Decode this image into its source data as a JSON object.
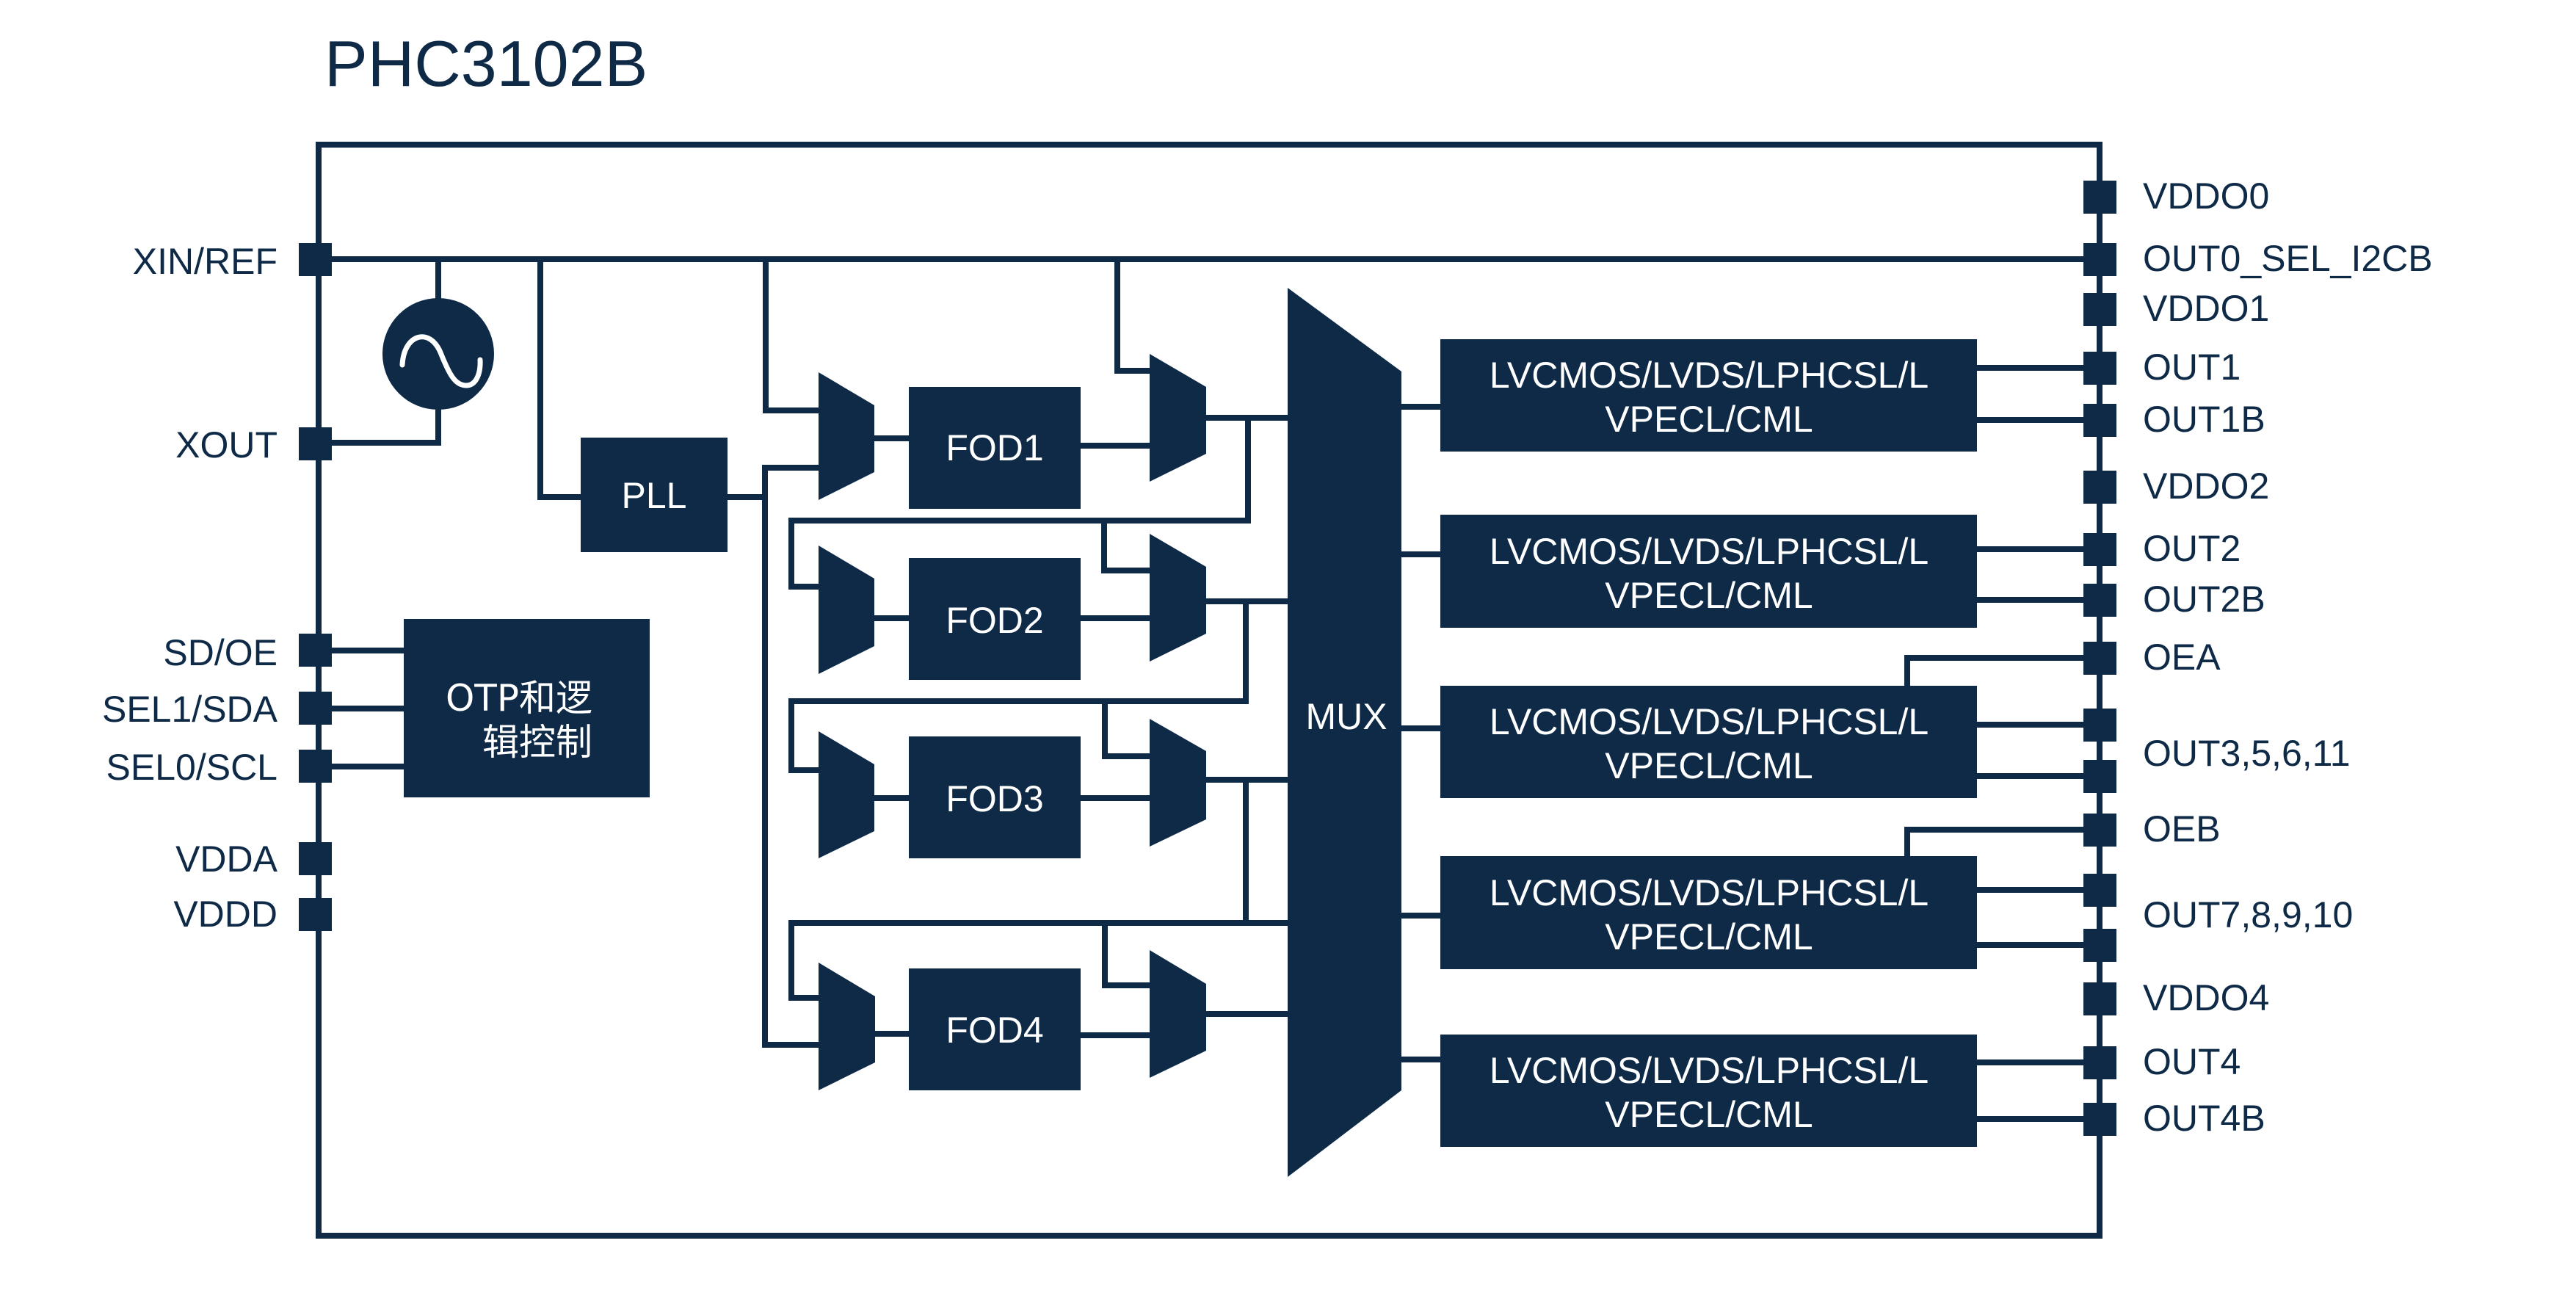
{
  "title": "PHC3102B",
  "colors": {
    "ink": "#0e2a47",
    "background": "#ffffff",
    "inner_text": "#ffffff"
  },
  "left_pins": {
    "xin_ref": "XIN/REF",
    "xout": "XOUT",
    "sd_oe": "SD/OE",
    "sel1_sda": "SEL1/SDA",
    "sel0_scl": "SEL0/SCL",
    "vdda": "VDDA",
    "vddd": "VDDD"
  },
  "right_pins": {
    "vddo0": "VDDO0",
    "out0_sel_i2cb": "OUT0_SEL_I2CB",
    "vddo1": "VDDO1",
    "out1": "OUT1",
    "out1b": "OUT1B",
    "vddo2": "VDDO2",
    "out2": "OUT2",
    "out2b": "OUT2B",
    "oea": "OEA",
    "out3_group": "OUT3,5,6,11",
    "oeb": "OEB",
    "out7_group": "OUT7,8,9,10",
    "vddo4": "VDDO4",
    "out4": "OUT4",
    "out4b": "OUT4B"
  },
  "blocks": {
    "oscillator_icon": "sine-wave-oscillator",
    "pll": "PLL",
    "otp_line1": "OTP和逻",
    "otp_line2": "辑控制",
    "fod": [
      "FOD1",
      "FOD2",
      "FOD3",
      "FOD4"
    ],
    "mux": "MUX",
    "driver_line1": "LVCMOS/LVDS/LPHCSL/L",
    "driver_line2": "VPECL/CML",
    "driver_count": 5
  }
}
